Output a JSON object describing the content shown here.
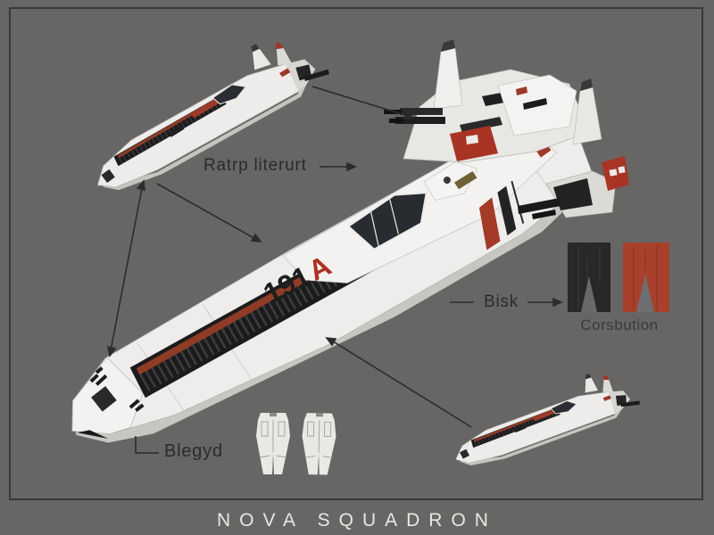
{
  "title": {
    "text": "NOVA SQUADRON"
  },
  "callouts": {
    "engine_detail": "Ratrp literurt",
    "panel_detail": "Bisk",
    "swatch_caption": "Corsbution",
    "nose_detail": "Blegyd"
  },
  "markings": {
    "hull_number": "191",
    "hull_letter": "A"
  },
  "colors": {
    "background": "#676665",
    "frame_border": "#393837",
    "label_text": "#2b2b2a",
    "title_text": "#e9e7e3",
    "hull_white": "#eeedeb",
    "vent_black": "#1b1b1c",
    "accent_red": "#a63b27",
    "rust_stripe": "#8f3c27",
    "swatch_dark": "#28282a",
    "swatch_red": "#a8402c"
  }
}
